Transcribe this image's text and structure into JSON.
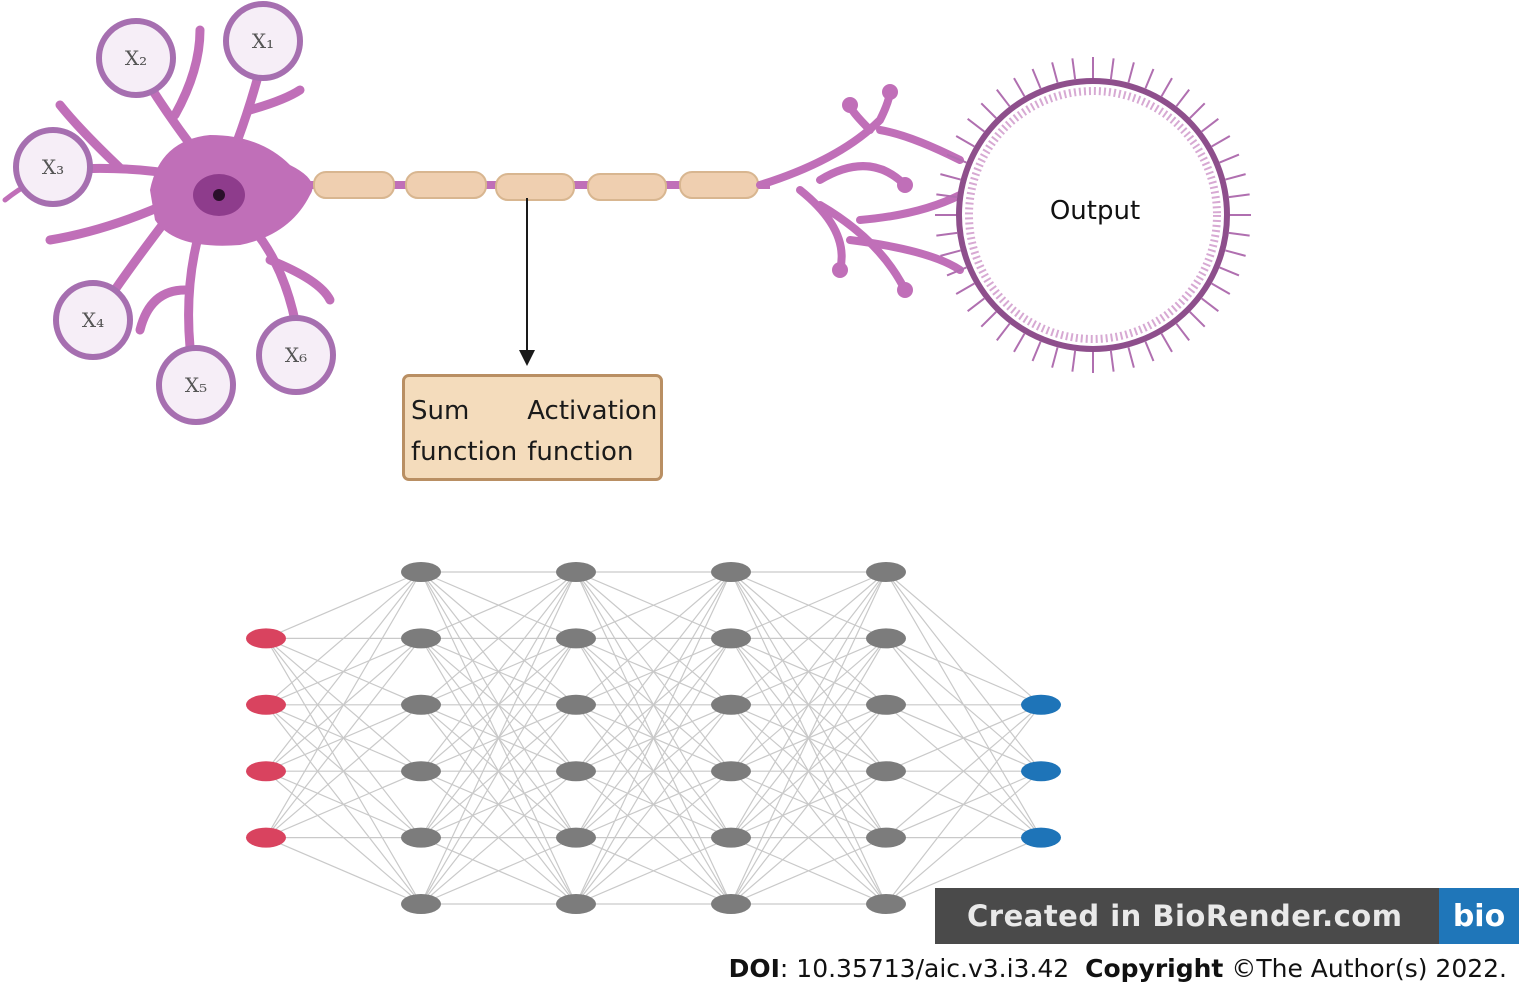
{
  "neuron": {
    "inputs": [
      "X₁",
      "X₂",
      "X₃",
      "X₄",
      "X₅",
      "X₆"
    ],
    "output_label": "Output"
  },
  "function_box": {
    "sum_label": "Sum\nfunction",
    "activation_label": "Activation\nfunction"
  },
  "network": {
    "layer_sizes": [
      4,
      6,
      6,
      6,
      6,
      3
    ],
    "layer_roles": [
      "input",
      "hidden",
      "hidden",
      "hidden",
      "hidden",
      "output"
    ],
    "colors": {
      "input": "#d9435f",
      "hidden": "#7c7c7c",
      "output": "#1e74b8",
      "edge": "#c9c9c9"
    }
  },
  "colors": {
    "neuron": "#c06fb8",
    "neuron_dark": "#8e3c8c",
    "axon": "#efcfb0",
    "bubble": "#a66fb0"
  },
  "watermark": {
    "text": "Created in BioRender.com",
    "logo": "bio"
  },
  "footer": {
    "doi_label": "DOI",
    "doi_value": ": 10.35713/aic.v3.i3.42",
    "copyright_label": "Copyright",
    "copyright_value": " ©The Author(s) 2022."
  }
}
